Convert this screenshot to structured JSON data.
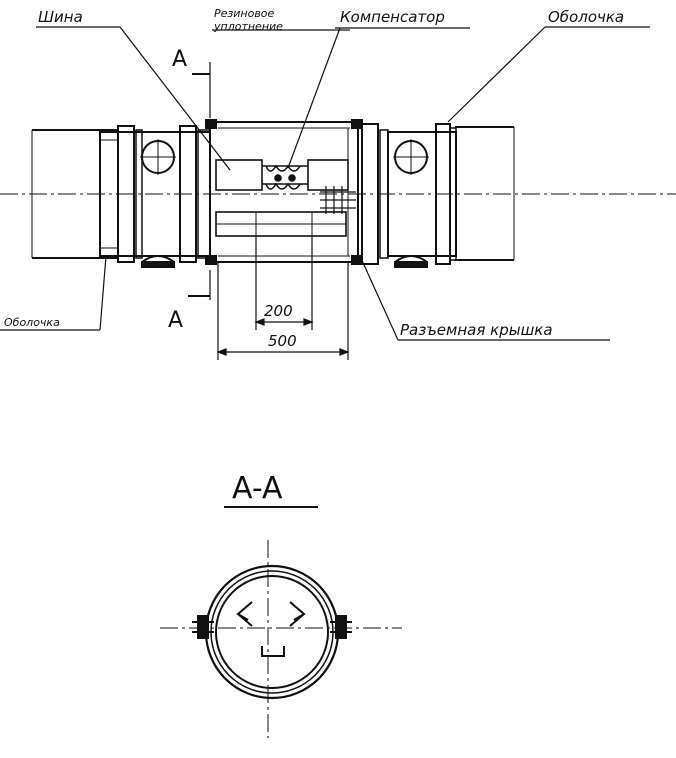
{
  "labels": {
    "bus": "Шина",
    "rubber_seal_line1": "Резиновое",
    "rubber_seal_line2": "уплотнение",
    "compensator": "Компенсатор",
    "shell_top": "Оболочка",
    "shell_left": "Оболочка",
    "split_cover": "Разъемная крышка"
  },
  "section": {
    "marker_top": "A",
    "marker_bottom": "A",
    "title": "A-A"
  },
  "dimensions": {
    "inner": "200",
    "outer": "500"
  }
}
